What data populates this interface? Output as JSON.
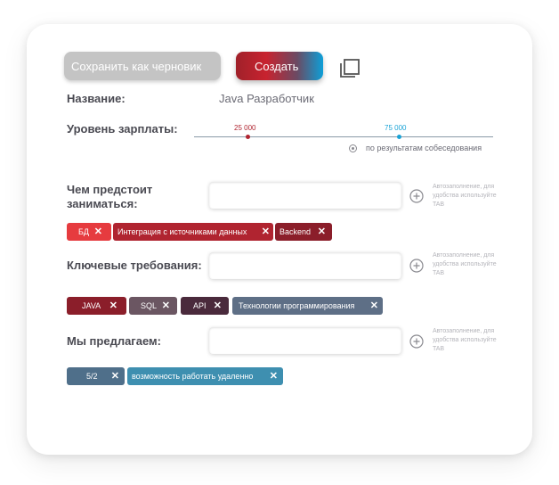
{
  "toolbar": {
    "draft_label": "Сохранить как черновик",
    "create_label": "Создать"
  },
  "form": {
    "title_label": "Название:",
    "title_value": "Java Разработчик",
    "salary": {
      "label": "Уровень зарплаты:",
      "min_value": "25 000",
      "max_value": "75 000",
      "min_fraction": 0.18,
      "max_fraction": 0.685,
      "option_label": "по результатам собеседования"
    },
    "hint_text": "Автозаполнение, для удобства используйте TAB",
    "duties": {
      "label": "Чем предстоит заниматься:",
      "input_value": "",
      "tags": [
        "БД",
        "Интеграция с источниками данных",
        "Backend"
      ]
    },
    "requirements": {
      "label": "Ключевые требования:",
      "input_value": "",
      "tags": [
        "JAVA",
        "SQL",
        "API",
        "Технологии программирования"
      ]
    },
    "offer": {
      "label": "Мы предлагаем:",
      "input_value": "",
      "tags": [
        "5/2",
        "возможность работать удаленно"
      ]
    }
  },
  "colors": {
    "tag_red": "#e63b3f",
    "tag_darkred": "#b02430",
    "tag_maroon": "#8b1e2a",
    "tag_mauve": "#6b5662",
    "tag_plum": "#4a2a3c",
    "tag_slate": "#5e6f86",
    "tag_steel": "#4f6f8a",
    "tag_cyan": "#3e8fb0",
    "salary_min": "#b02430",
    "salary_max": "#1aa3d6"
  }
}
